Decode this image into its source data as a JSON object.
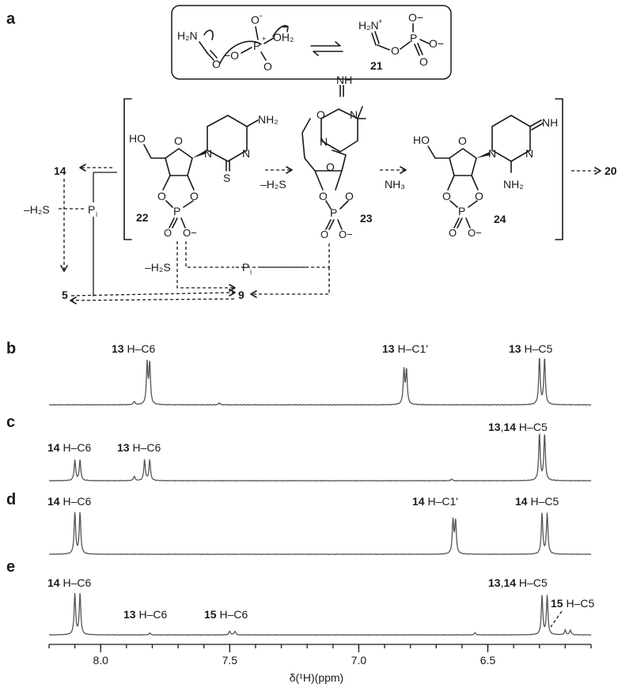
{
  "panel_labels": [
    "a",
    "b",
    "c",
    "d",
    "e"
  ],
  "scheme": {
    "box_species": {
      "h2n": "H₂N",
      "o_carbonyl": "O",
      "phosphate_o_top": "O",
      "phosphate_minus": "−",
      "phosphate_p": "P",
      "phosphate_plus": "+",
      "phosphate_oh2": "OH₂",
      "phosphate_om_left": "−O",
      "phosphate_o_bottom": "O",
      "product_h2n_plus": "H₂N",
      "product_plus": "+",
      "product_o": "O",
      "product_p": "P",
      "product_o_right": "O−",
      "product_o_top": "O−",
      "product_o_bottom": "O",
      "product_number": "21"
    },
    "compound_numbers": {
      "c22": "22",
      "c23": "23",
      "c24": "24",
      "c14": "14",
      "c5": "5",
      "c9": "9",
      "c20": "20"
    },
    "reagents": {
      "minus_h2s_1": "–H₂S",
      "nh3": "NH₃",
      "minus_h2s_left": "–H₂S",
      "pi_left": "P",
      "pi_sub": "i",
      "minus_h2s_bottom": "–H₂S",
      "pi_bottom": "P",
      "pi_bottom_sub": "i"
    },
    "atoms": {
      "ho": "HO",
      "o": "O",
      "n": "N",
      "s": "S",
      "nh2": "NH₂",
      "nh": "NH",
      "p": "P",
      "o_minus": "O−"
    }
  },
  "chart_data": {
    "type": "line",
    "xlabel": "δ(¹H)(ppm)",
    "xlim": [
      8.2,
      6.1
    ],
    "x_ticks": [
      "8.0",
      "7.5",
      "7.0",
      "6.5"
    ],
    "x_tick_values": [
      8.0,
      7.5,
      7.0,
      6.5
    ],
    "spectra": [
      {
        "panel": "b",
        "peaks": [
          {
            "ppm": 7.82,
            "height": 0.62,
            "doublet": true
          },
          {
            "ppm": 7.81,
            "height": 0.62,
            "doublet": true
          },
          {
            "ppm": 6.825,
            "height": 0.52,
            "doublet": false
          },
          {
            "ppm": 6.815,
            "height": 0.52,
            "doublet": false
          },
          {
            "ppm": 6.3,
            "height": 0.72,
            "doublet": true
          },
          {
            "ppm": 6.28,
            "height": 0.72,
            "doublet": true
          },
          {
            "ppm": 7.87,
            "height": 0.05,
            "doublet": false
          },
          {
            "ppm": 7.54,
            "height": 0.03,
            "doublet": false
          }
        ],
        "labels": [
          {
            "bold": "13",
            "text": " H–C6"
          },
          {
            "bold": "13",
            "text": " H–C1'"
          },
          {
            "bold": "13",
            "text": " H–C5"
          }
        ]
      },
      {
        "panel": "c",
        "peaks": [
          {
            "ppm": 8.1,
            "height": 0.36
          },
          {
            "ppm": 8.08,
            "height": 0.36
          },
          {
            "ppm": 7.83,
            "height": 0.36
          },
          {
            "ppm": 7.81,
            "height": 0.36
          },
          {
            "ppm": 7.87,
            "height": 0.08
          },
          {
            "ppm": 6.3,
            "height": 0.82
          },
          {
            "ppm": 6.28,
            "height": 0.82
          },
          {
            "ppm": 6.64,
            "height": 0.03
          }
        ],
        "labels": [
          {
            "bold": "14",
            "text": " H–C6"
          },
          {
            "bold": "13",
            "text": " H–C6"
          },
          {
            "bold": "13",
            "text": ",",
            "bold2": "14",
            "text2": " H–C5"
          }
        ]
      },
      {
        "panel": "d",
        "peaks": [
          {
            "ppm": 8.1,
            "height": 0.9
          },
          {
            "ppm": 8.08,
            "height": 0.9
          },
          {
            "ppm": 6.635,
            "height": 0.72
          },
          {
            "ppm": 6.625,
            "height": 0.72
          },
          {
            "ppm": 6.29,
            "height": 0.88
          },
          {
            "ppm": 6.27,
            "height": 0.88
          }
        ],
        "labels": [
          {
            "bold": "14",
            "text": " H–C6"
          },
          {
            "bold": "14",
            "text": " H–C1'"
          },
          {
            "bold": "14",
            "text": " H–C5"
          }
        ]
      },
      {
        "panel": "e",
        "peaks": [
          {
            "ppm": 8.1,
            "height": 0.86
          },
          {
            "ppm": 8.08,
            "height": 0.86
          },
          {
            "ppm": 7.81,
            "height": 0.04
          },
          {
            "ppm": 7.5,
            "height": 0.08
          },
          {
            "ppm": 7.48,
            "height": 0.08
          },
          {
            "ppm": 6.55,
            "height": 0.05
          },
          {
            "ppm": 6.29,
            "height": 0.82
          },
          {
            "ppm": 6.27,
            "height": 0.82
          },
          {
            "ppm": 6.2,
            "height": 0.1
          },
          {
            "ppm": 6.18,
            "height": 0.1
          }
        ],
        "labels": [
          {
            "bold": "14",
            "text": " H–C6"
          },
          {
            "bold": "13",
            "text": " H–C6"
          },
          {
            "bold": "15",
            "text": " H–C6"
          },
          {
            "bold": "13",
            "text": ",",
            "bold2": "14",
            "text2": " H–C5"
          },
          {
            "bold": "15",
            "text": " H–C5"
          }
        ]
      }
    ]
  }
}
